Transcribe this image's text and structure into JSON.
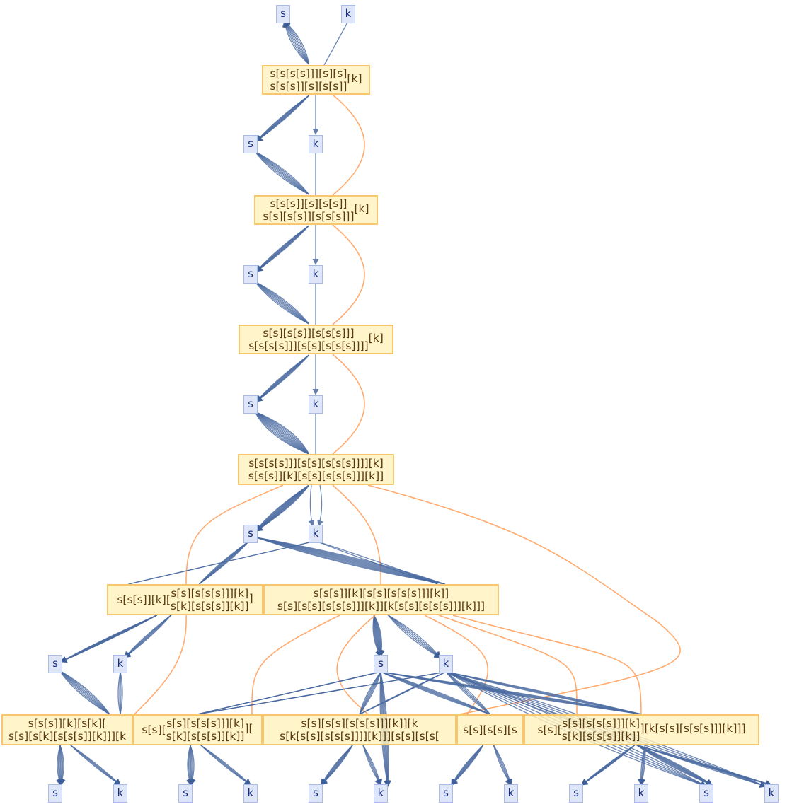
{
  "leaf_nodes": {
    "r0": [
      "s",
      "k"
    ],
    "r2": [
      "s",
      "k"
    ],
    "r4": [
      "s",
      "k"
    ],
    "r6": [
      "s",
      "k"
    ],
    "r8": [
      "s",
      "k"
    ],
    "r10": [
      "s",
      "k",
      "s",
      "k"
    ],
    "r12": [
      "s",
      "k",
      "s",
      "k",
      "s",
      "k",
      "s",
      "k",
      "s",
      "k",
      "s",
      "k"
    ]
  },
  "expressions": [
    {
      "prefix": "",
      "lines": [
        "s[s[s[s]]][s][s]",
        "s[s[s]][s][s[s]]"
      ],
      "suffix": "[k]"
    },
    {
      "prefix": "",
      "lines": [
        "s[s[s]][s][s[s]]",
        "s[s][s[s]][s[s[s]]]"
      ],
      "suffix": "[k]"
    },
    {
      "prefix": "",
      "lines": [
        "s[s][s[s]][s[s[s]]]",
        "s[s[s[s]]][s[s][s[s[s]]]]"
      ],
      "suffix": "[k]"
    },
    {
      "prefix": "",
      "lines": [
        "s[s[s[s]]][s[s][s[s[s]]]][k]",
        "s[s[s]][k][s[s][s[s[s]]][k]]"
      ],
      "suffix": ""
    },
    {
      "prefix": "s[s[s]][k][",
      "lines": [
        "s[s][s[s[s]]][k]",
        "s[k][s[s[s]][k]]"
      ],
      "suffix": "]"
    },
    {
      "prefix": "",
      "lines": [
        "s[s[s]][k][s[s][s[s[s]]][k]]",
        "s[s][s[s][s[s[s]]][k]][k[s[s][s[s[s]]][k]]]"
      ],
      "suffix": ""
    },
    {
      "prefix": "",
      "lines": [
        "s[s[s]][k][s[k][",
        "s[s][s[k][s[s[s]][k]]][k"
      ],
      "suffix": ""
    },
    {
      "prefix": "s[s][",
      "lines": [
        "s[s][s[s[s]]][k]",
        "s[k][s[s[s]][k]]"
      ],
      "suffix": "]["
    },
    {
      "prefix": "",
      "lines": [
        "s[s][s[s][s[s[s]]][k]][k",
        "s[k[s[s][s[s[s]]]][k]]][s[s][s[s["
      ],
      "suffix": ""
    },
    {
      "prefix": "",
      "lines": [
        "s[s][s[s][s"
      ],
      "suffix": ""
    },
    {
      "prefix": "s[s][",
      "lines": [
        "s[s][s[s[s]]][k]",
        "s[k][s[s[s]][k]]"
      ],
      "suffix": "][k[s[s][s[s[s]]][k]]]"
    }
  ],
  "colors": {
    "edge": "#4a6aa0",
    "causal": "#ffab70",
    "leaf_fill": "#dfe6f8",
    "expr_fill": "#fff1be"
  }
}
